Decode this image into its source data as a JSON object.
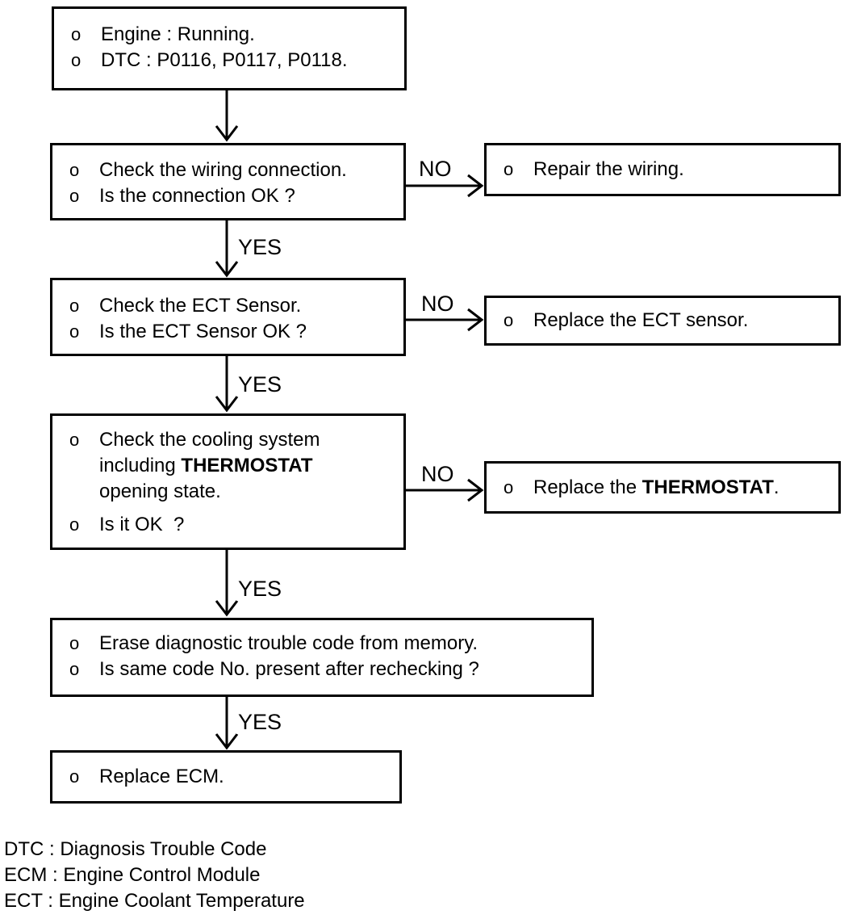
{
  "flow": {
    "bullet": "o",
    "labels": {
      "yes": "YES",
      "no": "NO"
    },
    "start": {
      "line1": "Engine : Running.",
      "line2": "DTC : P0116, P0117, P0118."
    },
    "check_wiring": {
      "line1": "Check the wiring connection.",
      "line2": "Is the connection OK ?"
    },
    "repair_wiring": {
      "line1": "Repair the wiring."
    },
    "check_ect": {
      "line1": "Check the ECT Sensor.",
      "line2": "Is the ECT Sensor OK ?"
    },
    "replace_ect": {
      "line1": "Replace the ECT sensor."
    },
    "check_cooling": {
      "line1_pre": "Check the cooling system including ",
      "line1_bold": "THERMOSTAT",
      "line1_post": " opening state.",
      "line2": "Is it OK  ?"
    },
    "replace_thermostat": {
      "pre": "Replace the ",
      "bold": "THERMOSTAT",
      "post": "."
    },
    "erase_code": {
      "line1": "Erase diagnostic trouble code from memory.",
      "line2": "Is same code No. present after rechecking ?"
    },
    "replace_ecm": {
      "line1": "Replace ECM."
    }
  },
  "legend": {
    "line1": "DTC : Diagnosis Trouble Code",
    "line2": "ECM : Engine Control Module",
    "line3": "ECT : Engine Coolant Temperature"
  }
}
